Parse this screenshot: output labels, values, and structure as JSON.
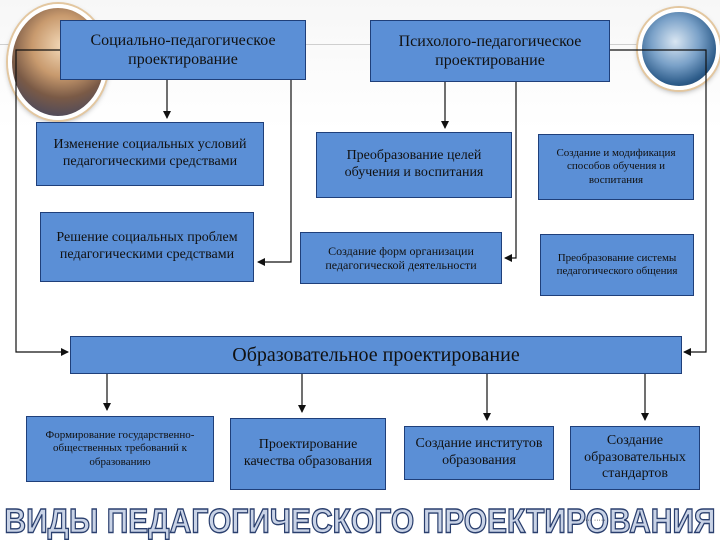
{
  "boxes": {
    "social_design": "Социально-педагогическое проектирование",
    "psych_design": "Психолого-педагогическое проектирование",
    "change_conditions": "Изменение социальных условий педагогическими средствами",
    "solve_problems": "Решение социальных проблем педагогическими средствами",
    "transform_goals": "Преобразование целей обучения и воспитания",
    "create_forms": "Создание форм организации педагогической деятельности",
    "create_methods": "Создание и модификация способов обучения и воспитания",
    "transform_communication": "Преобразование системы педагогического общения",
    "educational_design": "Образовательное проектирование",
    "form_requirements": "Формирование государственно-общественных требований к образованию",
    "design_quality": "Проектирование качества образования",
    "create_institutes": "Создание институтов образования",
    "create_standards": "Создание образовательных стандартов"
  },
  "title": "ВИДЫ ПЕДАГОГИЧЕСКОГО ПРОЕКТИРОВАНИЯ",
  "colors": {
    "box_fill": "#5b8fd6",
    "box_border": "#1f3f7a",
    "connector": "#111111"
  }
}
